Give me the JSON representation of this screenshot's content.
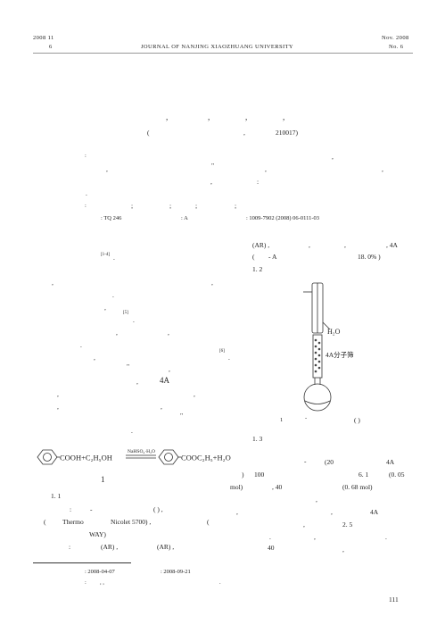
{
  "header": {
    "year_month_left": "2008  11",
    "issue_left": "6",
    "journal": "JOURNAL OF NANJING XIAOZHUANG UNIVERSITY",
    "month_right": "Nov. 2008",
    "issue_right": "No. 6"
  },
  "authors": {
    "separators": [
      ",",
      ",",
      ",",
      ","
    ],
    "affiliation_open": "(",
    "affiliation_comma": ",",
    "affiliation_postcode": "210017)"
  },
  "abstract": {
    "colon": ":",
    "row2_comma1": ",",
    "row2_dquote": "\"",
    "row2_comma2": ",",
    "row2_comma3": ",",
    "row3_comma": ",",
    "row3_colon": ":",
    "row4_dot": "."
  },
  "keywords": {
    "colon": ":",
    "sep1": ";",
    "sep2": ";",
    "sep3": ";",
    "sep4": ";"
  },
  "classification": {
    "clc": ": TQ 246",
    "doc_code": ": A",
    "article_id": ": 1009-7902 (2008) 06-0111-03"
  },
  "left_col": {
    "ref1": "[1-4]",
    "ref1_dot": ".",
    "l2_comma1": ",",
    "l2_comma2": ",",
    "l3_dot": ".",
    "l4_comma": ",",
    "ref5": "[5]",
    "ref5_dot": ".",
    "l6_comma1": ",",
    "l6_comma2": ",",
    "l7_dot": ".",
    "l8_comma": ",",
    "ref6": "[6]",
    "ref6_dot": ".",
    "l9_dquote": "\"",
    "l9_comma": ",",
    "l10_comma": ",",
    "l10_4a": "4A",
    "l11_comma1": ",",
    "l11_comma2": ",",
    "l12_comma1": ",",
    "l12_comma2": ",",
    "l13_dquote": "\"",
    "l14_dot": "."
  },
  "equation": {
    "left": "COOH+C₂H₅OH",
    "catalyst": "NaHSO₄·H₂O",
    "right": "COOC₂H₅+H₂O",
    "number": "1"
  },
  "section_1_1": {
    "heading": "1. 1",
    "l1_colon": ":",
    "l1_dash": "-",
    "l1_paren": "(      ) ,",
    "l2_open": "(",
    "l2_thermo": "Thermo",
    "l2_nicolet": "Nicolet 5700) ,",
    "l2_paren": "(",
    "l3_way": "WAY)",
    "l4_colon": ":",
    "l4_ar1": "(AR) ,",
    "l4_ar2": "(AR) ,"
  },
  "right_col": {
    "r1_ar": "(AR) ,",
    "r1_comma1": ",",
    "r1_comma2": ",",
    "r1_4a": ", 4A",
    "r2_open": "(",
    "r2_a": "- A",
    "r2_percent": "18. 0% )",
    "heading_1_2": "1. 2",
    "fig_h2o": "H₂O",
    "fig_sieve": "4A分子筛",
    "fig_caption_num": "1",
    "fig_caption_dash": "-",
    "fig_caption_paren": "(      )",
    "heading_1_3": "1. 3",
    "r3_dash": "-",
    "r3_20": "(20",
    "r3_4a": "4A",
    "r4_paren": ")",
    "r4_100": "100",
    "r4_61": "6. 1",
    "r4_005": "(0. 05",
    "r5_mol": "mol)",
    "r5_40": ", 40",
    "r5_068": "(0. 68 mol)",
    "r6_comma": ",",
    "r7_comma1": ",",
    "r7_comma2": ",",
    "r7_4a": "4A",
    "r8_comma": ",",
    "r8_25": "2. 5",
    "r9_dot1": ".",
    "r9_comma": ",",
    "r9_dot2": ".",
    "r10_40": "40",
    "r10_comma": ","
  },
  "footnote": {
    "received": ": 2008-04-07",
    "revised": ": 2008-09-21",
    "author_colon": ":",
    "author_commas": ",   ,",
    "author_dot": "."
  },
  "page_number": "111"
}
